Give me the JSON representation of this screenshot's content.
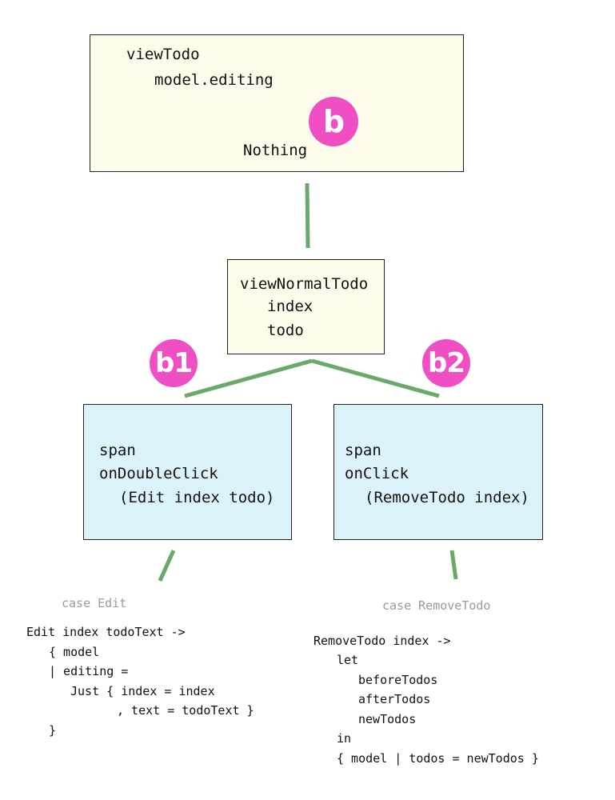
{
  "colors": {
    "connector": "#6aa96b",
    "badge": "#f04fc4",
    "yellow_box": "#fdfbe9",
    "blue_box": "#ddf3fc",
    "caption": "#9a9a9a"
  },
  "view_todo_box": {
    "line1": "viewTodo",
    "line2": "model.editing",
    "line3": "Nothing"
  },
  "view_normal_todo_box": {
    "line1": "viewNormalTodo",
    "line2": "index",
    "line3": "todo"
  },
  "badges": {
    "b": "b",
    "b1": "b1",
    "b2": "b2"
  },
  "edit_span_box": {
    "line1": "span",
    "line2": "onDoubleClick",
    "line3": "(Edit index todo)"
  },
  "remove_span_box": {
    "line1": "span",
    "line2": "onClick",
    "line3": "(RemoveTodo index)"
  },
  "case_edit": {
    "caption": "case Edit",
    "code": [
      "Edit index todoText ->",
      "{ model",
      "| editing =",
      "Just { index = index",
      ", text = todoText }",
      "}"
    ]
  },
  "case_remove": {
    "caption": "case RemoveTodo",
    "code": [
      "RemoveTodo index ->",
      "let",
      "beforeTodos",
      "afterTodos",
      "newTodos",
      "in",
      "{ model | todos = newTodos }"
    ]
  }
}
